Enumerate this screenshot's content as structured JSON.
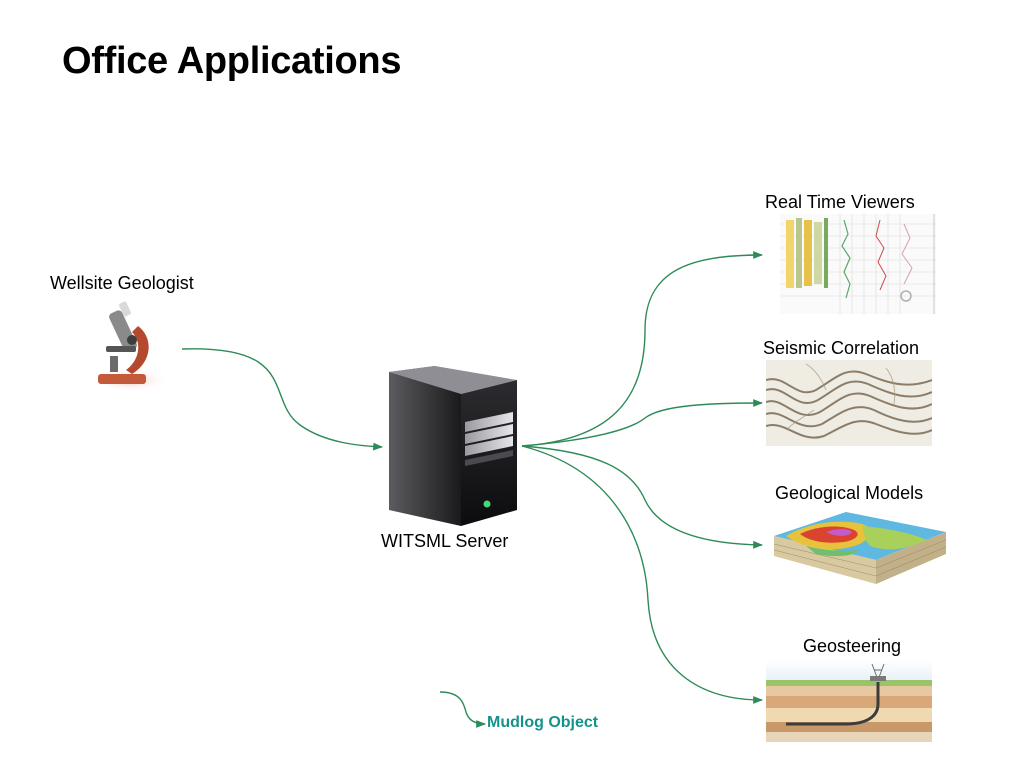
{
  "slide": {
    "title": "Office Applications"
  },
  "nodes": {
    "source": {
      "label": "Wellsite Geologist",
      "icon": "microscope-icon"
    },
    "server": {
      "label": "WITSML Server",
      "icon": "server-tower-icon"
    },
    "targets": [
      {
        "label": "Real Time Viewers",
        "icon": "log-viewer-icon"
      },
      {
        "label": "Seismic Correlation",
        "icon": "seismic-section-icon"
      },
      {
        "label": "Geological Models",
        "icon": "geological-model-icon"
      },
      {
        "label": "Geosteering",
        "icon": "geosteering-well-icon"
      }
    ]
  },
  "legend": {
    "label": "Mudlog Object",
    "color": "#14938c"
  },
  "colors": {
    "arrow": "#2e8b57"
  }
}
